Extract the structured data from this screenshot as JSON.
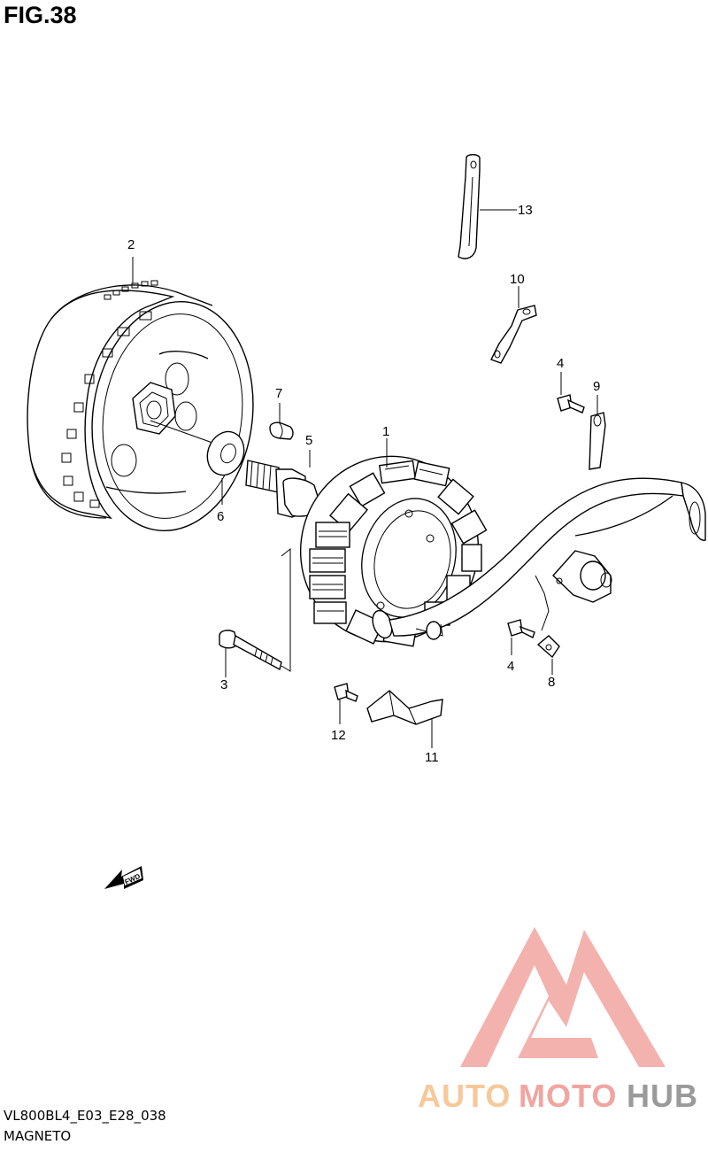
{
  "figure": {
    "title": "FIG.38",
    "code": "VL800BL4_E03_E28_038",
    "name": "MAGNETO"
  },
  "direction_marker": {
    "label": "FWD",
    "icon": "fwd-arrow-icon"
  },
  "callouts": [
    "1",
    "2",
    "3",
    "4",
    "4",
    "5",
    "6",
    "7",
    "8",
    "9",
    "10",
    "11",
    "12",
    "13"
  ],
  "watermark": {
    "part1": "AUTO",
    "part2": "MOTO",
    "part3": "HUB",
    "colors": {
      "auto": "#f6c89a",
      "moto": "#f2a5a0",
      "hub": "#9a9a9a",
      "logo": "#f2a5a0"
    }
  }
}
